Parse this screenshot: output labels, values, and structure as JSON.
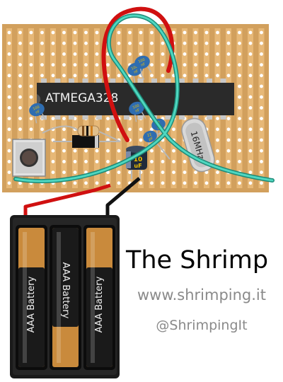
{
  "chip": {
    "label": "ATMEGA328"
  },
  "capacitors": {
    "c1": "100\nnF",
    "c2": "100\nnF",
    "c3": "100\nnF",
    "c4": "100\nnF",
    "c5": "22\npF",
    "c6": "22\npF"
  },
  "crystal": {
    "label": "16MHz"
  },
  "electrolytic": {
    "value": "10",
    "unit": "uF"
  },
  "batteries": [
    {
      "label": "AAA Battery"
    },
    {
      "label": "AAA Battery"
    },
    {
      "label": "AAA Battery"
    }
  ],
  "title": "The Shrimp",
  "website": "www.shrimping.it",
  "handle": "@ShrimpingIt",
  "colors": {
    "board": "#d2a05d",
    "strip": "#e7b877",
    "chip": "#2a2a2a",
    "wire_red": "#d01010",
    "wire_teal": "#3cc8b0",
    "wire_black": "#111111",
    "battery_copper": "#c98a3c",
    "ceramic_cap": "#2f6db0"
  }
}
